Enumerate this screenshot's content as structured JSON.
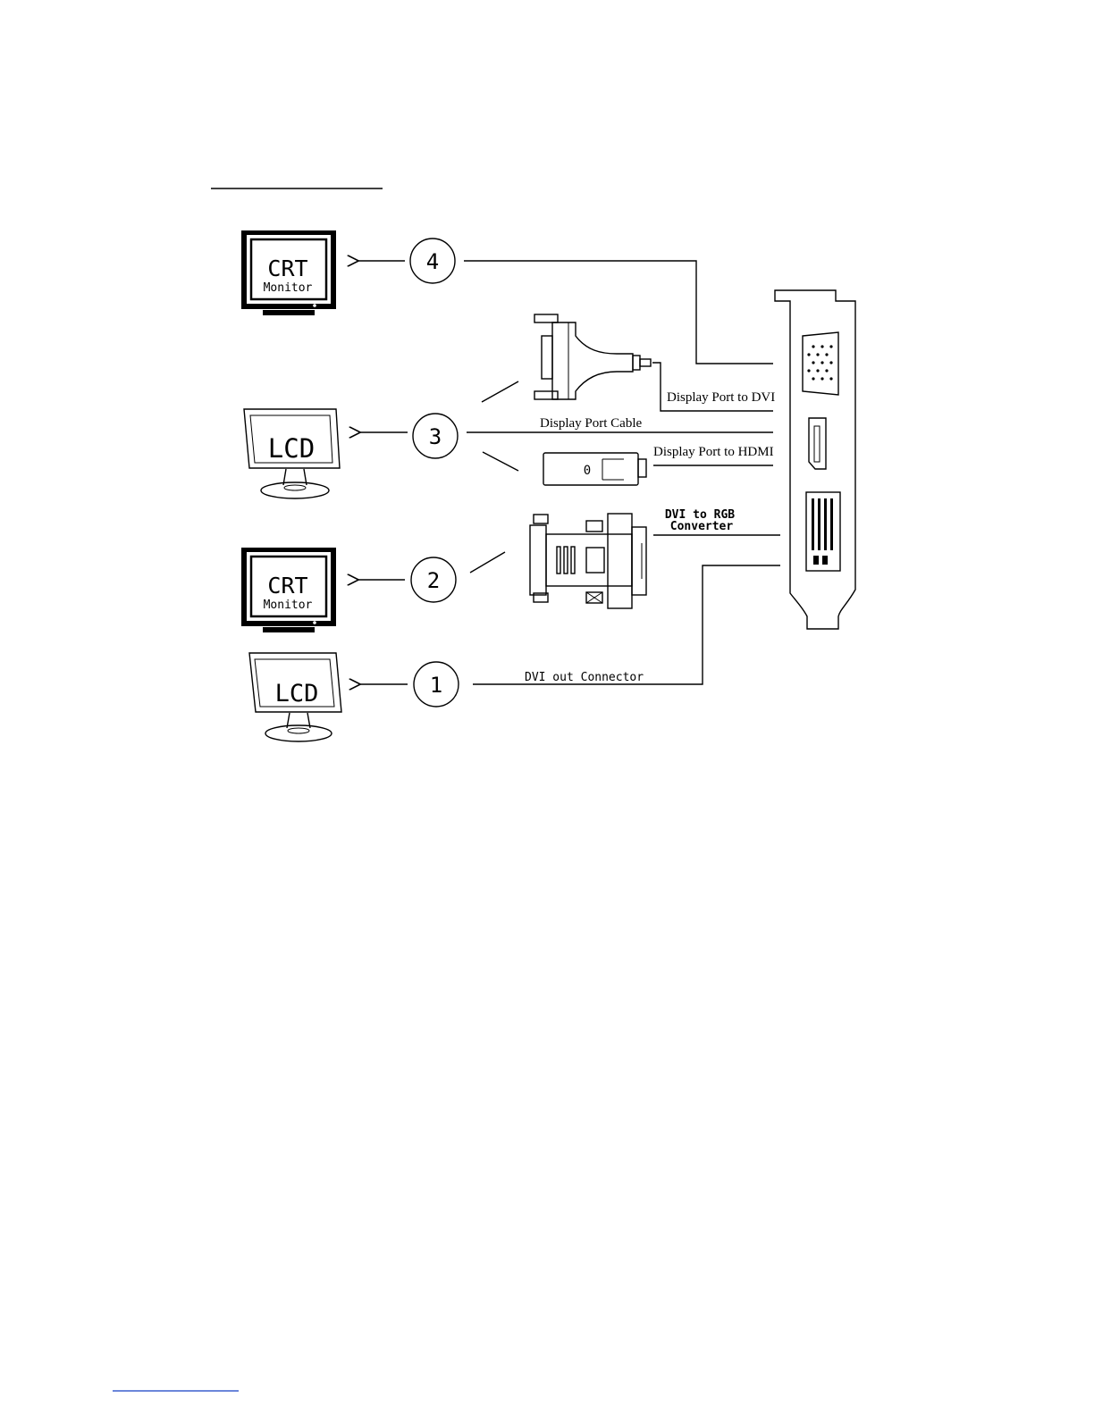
{
  "monitors": {
    "crt_top": {
      "line1": "CRT",
      "line2": "Monitor"
    },
    "lcd_mid": {
      "label": "LCD"
    },
    "crt_bottom": {
      "line1": "CRT",
      "line2": "Monitor"
    },
    "lcd_bottom": {
      "label": "LCD"
    }
  },
  "steps": [
    "4",
    "3",
    "2",
    "1"
  ],
  "labels": {
    "dp_to_dvi": "Display Port to DVI",
    "dp_cable": "Display Port Cable",
    "dp_to_hdmi": "Display Port to HDMI",
    "dvi_to_rgb_line1": "DVI to RGB",
    "dvi_to_rgb_line2": "Converter",
    "dvi_out": "DVI out Connector",
    "hdmi_adapter_mark": "0"
  }
}
